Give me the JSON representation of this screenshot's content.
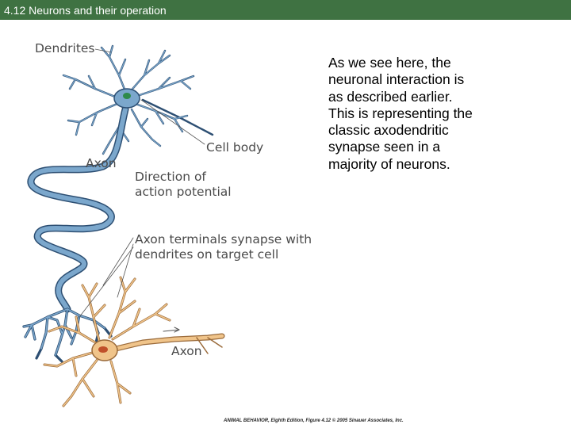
{
  "slide": {
    "title": "4.12 Neurons and their operation",
    "body_lines": [
      "As we see here, the",
      "neuronal interaction is",
      "as described earlier.",
      "This is representing the",
      "classic axodendritic",
      "synapse seen in a",
      "majority of neurons."
    ]
  },
  "figure": {
    "labels": {
      "dendrites": "Dendrites",
      "cell_body": "Cell body",
      "axon_top": "Axon",
      "direction_line1": "Direction of",
      "direction_line2": "action potential",
      "terminals_line1": "Axon terminals synapse with",
      "terminals_line2": "dendrites on target cell",
      "axon_bottom": "Axon"
    },
    "credit": "ANIMAL BEHAVIOR, Eighth Edition, Figure 4.12 © 2005 Sinauer Associates, Inc."
  },
  "colors": {
    "title_bar": "#3f7242",
    "neuron_blue": "#7ba7cc",
    "neuron_outline": "#2d4f73",
    "nucleus_green": "#2e8a4a",
    "neuron_tan": "#f0c48a",
    "tan_outline": "#9a6a3a",
    "nucleus_red": "#c0502a"
  }
}
